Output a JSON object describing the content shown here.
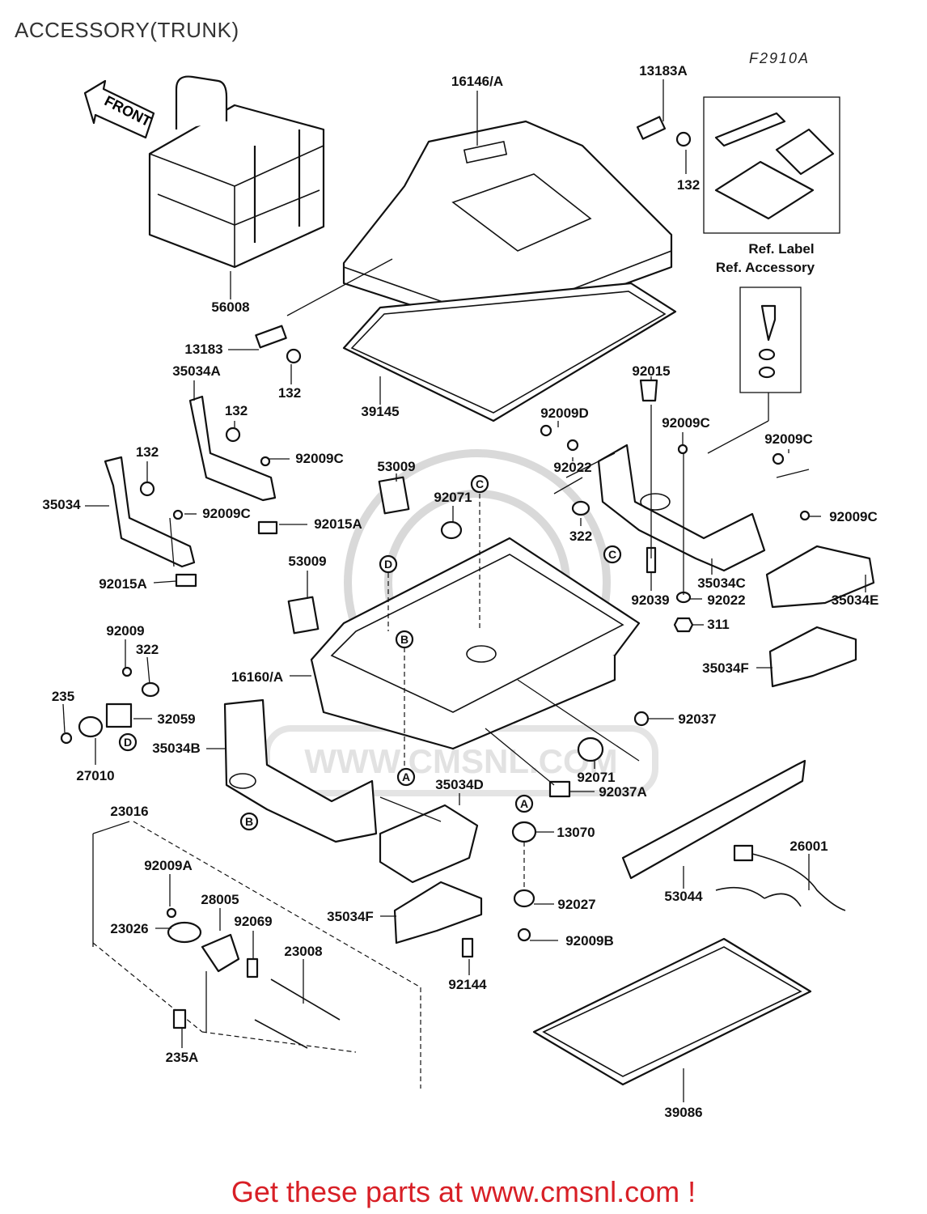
{
  "title": "ACCESSORY(TRUNK)",
  "figure_code": "F2910A",
  "footer": "Get these parts at www.cmsnl.com !",
  "watermark": "WWW.CMSNL.COM",
  "ref_notes": {
    "label": "Ref. Label",
    "accessory": "Ref. Accessory"
  },
  "front_arrow": "FRONT",
  "callouts": [
    "A",
    "B",
    "C",
    "D"
  ],
  "parts": [
    {
      "id": "p-16146A",
      "label": "16146/A"
    },
    {
      "id": "p-13183A",
      "label": "13183A"
    },
    {
      "id": "p-132-a",
      "label": "132"
    },
    {
      "id": "p-56008",
      "label": "56008"
    },
    {
      "id": "p-13183",
      "label": "13183"
    },
    {
      "id": "p-132-b",
      "label": "132"
    },
    {
      "id": "p-39145",
      "label": "39145"
    },
    {
      "id": "p-35034A",
      "label": "35034A"
    },
    {
      "id": "p-132-c",
      "label": "132"
    },
    {
      "id": "p-132-d",
      "label": "132"
    },
    {
      "id": "p-92009C-a",
      "label": "92009C"
    },
    {
      "id": "p-35034",
      "label": "35034"
    },
    {
      "id": "p-92009C-b",
      "label": "92009C"
    },
    {
      "id": "p-92015A-a",
      "label": "92015A"
    },
    {
      "id": "p-92015A-b",
      "label": "92015A"
    },
    {
      "id": "p-53009-a",
      "label": "53009"
    },
    {
      "id": "p-92071-a",
      "label": "92071"
    },
    {
      "id": "p-53009-b",
      "label": "53009"
    },
    {
      "id": "p-92015",
      "label": "92015"
    },
    {
      "id": "p-92009D",
      "label": "92009D"
    },
    {
      "id": "p-92009C-c",
      "label": "92009C"
    },
    {
      "id": "p-92009C-d",
      "label": "92009C"
    },
    {
      "id": "p-92022-a",
      "label": "92022"
    },
    {
      "id": "p-322-a",
      "label": "322"
    },
    {
      "id": "p-92009C-e",
      "label": "92009C"
    },
    {
      "id": "p-35034C",
      "label": "35034C"
    },
    {
      "id": "p-35034E",
      "label": "35034E"
    },
    {
      "id": "p-92039",
      "label": "92039"
    },
    {
      "id": "p-92022-b",
      "label": "92022"
    },
    {
      "id": "p-311",
      "label": "311"
    },
    {
      "id": "p-35034F-a",
      "label": "35034F"
    },
    {
      "id": "p-92009",
      "label": "92009"
    },
    {
      "id": "p-322-b",
      "label": "322"
    },
    {
      "id": "p-16160A",
      "label": "16160/A"
    },
    {
      "id": "p-235",
      "label": "235"
    },
    {
      "id": "p-32059",
      "label": "32059"
    },
    {
      "id": "p-35034B",
      "label": "35034B"
    },
    {
      "id": "p-27010",
      "label": "27010"
    },
    {
      "id": "p-92037",
      "label": "92037"
    },
    {
      "id": "p-92071-b",
      "label": "92071"
    },
    {
      "id": "p-35034D",
      "label": "35034D"
    },
    {
      "id": "p-92037A",
      "label": "92037A"
    },
    {
      "id": "p-23016",
      "label": "23016"
    },
    {
      "id": "p-13070",
      "label": "13070"
    },
    {
      "id": "p-26001",
      "label": "26001"
    },
    {
      "id": "p-92009A",
      "label": "92009A"
    },
    {
      "id": "p-28005",
      "label": "28005"
    },
    {
      "id": "p-23026",
      "label": "23026"
    },
    {
      "id": "p-92069",
      "label": "92069"
    },
    {
      "id": "p-53044",
      "label": "53044"
    },
    {
      "id": "p-92027",
      "label": "92027"
    },
    {
      "id": "p-35034F-b",
      "label": "35034F"
    },
    {
      "id": "p-23008",
      "label": "23008"
    },
    {
      "id": "p-92009B",
      "label": "92009B"
    },
    {
      "id": "p-92144",
      "label": "92144"
    },
    {
      "id": "p-235A",
      "label": "235A"
    },
    {
      "id": "p-39086",
      "label": "39086"
    }
  ]
}
